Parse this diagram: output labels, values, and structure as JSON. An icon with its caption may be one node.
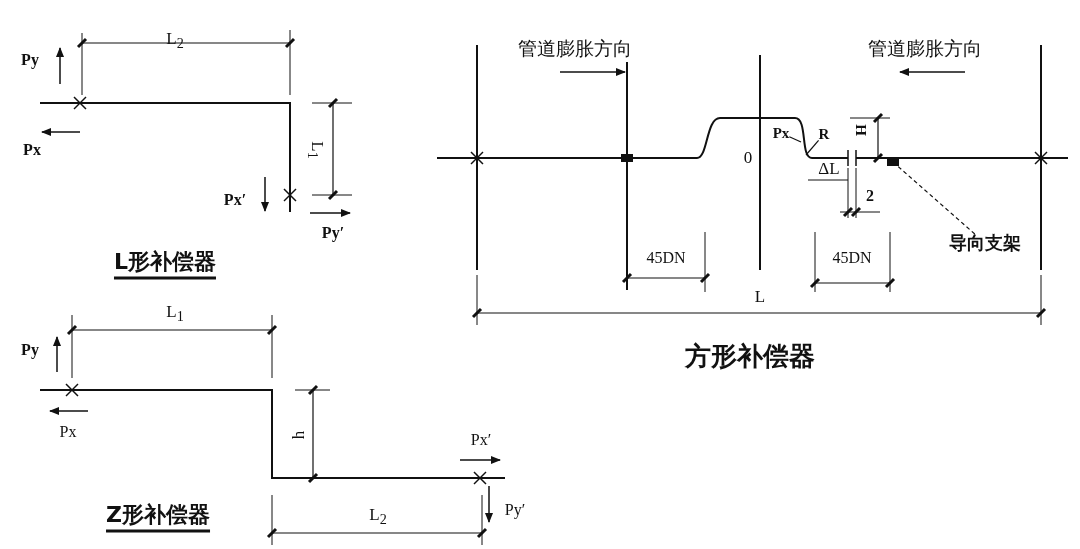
{
  "diagram": {
    "nodes": [
      {
        "text": [
          "Px"
        ]
      },
      {
        "text": [
          "R"
        ]
      },
      {
        "text": [
          "导向支架"
        ]
      },
      {
        "text": [],
        "shape": "box"
      }
    ],
    "edges": [
      {
        "from": 0,
        "to": null,
        "arrow": "none"
      },
      {
        "from": 1,
        "to": null,
        "arrow": "none"
      },
      {
        "from": 2,
        "to": 3,
        "arrow": "none",
        "style": "dashed"
      }
    ],
    "labels": [
      "L$_{2}$",
      "Py",
      "Px",
      "L$_{1}$",
      "Px′",
      "Py′",
      "L形补偿器",
      "L$_{1}$",
      "Py",
      "Px",
      "h",
      "Px′",
      "Py′",
      "L$_{2}$",
      "Z形补偿器",
      "管道膨胀方向",
      "管道膨胀方向",
      "H",
      "0",
      "ΔL",
      "2",
      "45DN",
      "L",
      "45DN",
      "方形补偿器"
    ]
  }
}
